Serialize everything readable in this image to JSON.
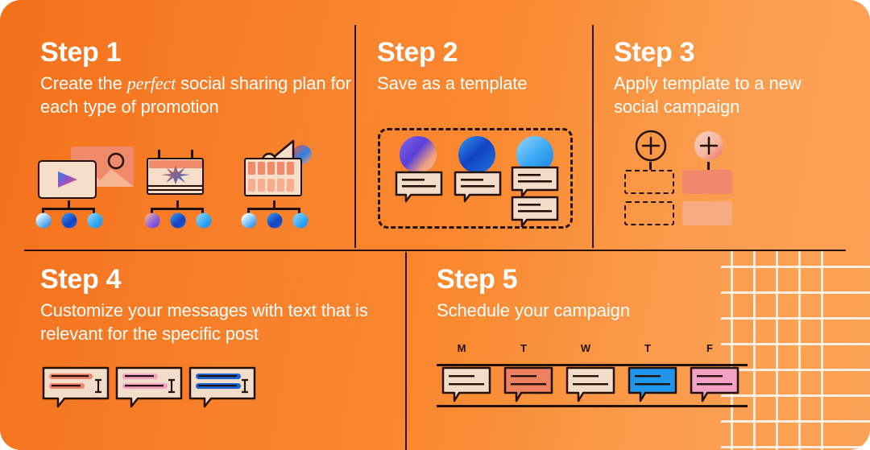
{
  "meta": {
    "background_accent": "#f8811f",
    "ink": "#231008",
    "text_color": "#ffffff"
  },
  "steps": [
    {
      "id": "step-1",
      "title": "Step 1",
      "body_pre": "Create the ",
      "body_italic": "perfect",
      "body_post": " social sharing plan for each type of promotion",
      "body_full": "Create the perfect social sharing plan for each type of promotion"
    },
    {
      "id": "step-2",
      "title": "Step 2",
      "body_full": "Save as a template"
    },
    {
      "id": "step-3",
      "title": "Step 3",
      "body_full": "Apply template to a new social campaign"
    },
    {
      "id": "step-4",
      "title": "Step 4",
      "body_full": "Customize your messages with text that is relevant for the specific post"
    },
    {
      "id": "step-5",
      "title": "Step 5",
      "body_full": "Schedule your campaign"
    }
  ],
  "step5": {
    "day_labels": [
      "M",
      "T",
      "W",
      "T",
      "F"
    ],
    "post_colors": [
      "#f2ded0",
      "#ef8163",
      "#f2ded0",
      "#1f96ec",
      "#f2a0c4"
    ]
  },
  "step4": {
    "bubble_line_colors": [
      "#ef7f63",
      "#f2a0c4",
      "#1764d4"
    ]
  },
  "palette": {
    "cream": "#f5ddc9",
    "salmon": "#f0896a",
    "salmon_light": "#f7a97f",
    "blue_deep": "#1546c8",
    "blue_bright": "#2ea6f5",
    "pink": "#f2a0c4",
    "purple": "#6a50e0"
  }
}
